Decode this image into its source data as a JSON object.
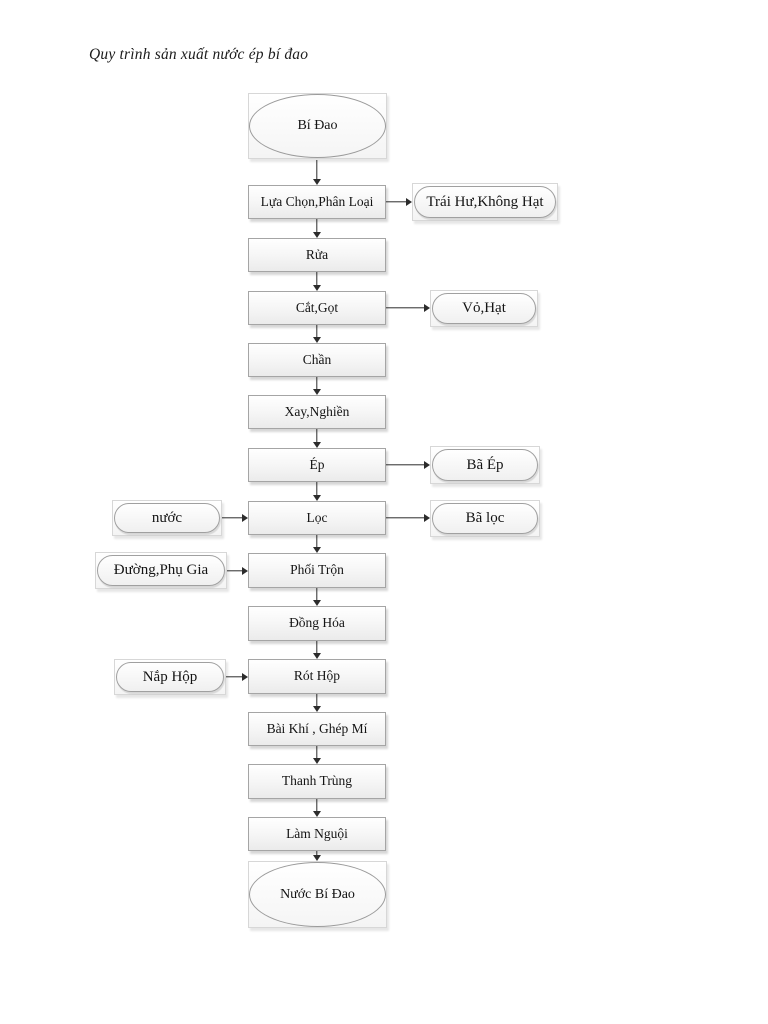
{
  "page": {
    "title": "Quy trình sản xuất nước ép bí đao"
  },
  "diagram": {
    "type": "flowchart",
    "process": {
      "bi_dao": "Bí Đao",
      "lua_chon": "Lựa Chọn,Phân Loại",
      "rua": "Rửa",
      "cat_got": "Cắt,Gọt",
      "chan": "Chần",
      "xay_nghien": "Xay,Nghiền",
      "ep": "Ép",
      "loc": "Lọc",
      "phoi_tron": "Phối Trộn",
      "dong_hoa": "Đồng Hóa",
      "rot_hop": "Rót Hộp",
      "bai_khi": "Bài Khí , Ghép Mí",
      "thanh_trung": "Thanh Trùng",
      "lam_nguoi": "Làm Nguội",
      "nuoc_bi_dao": "Nước Bí Đao"
    },
    "inputs": {
      "nuoc": "nước",
      "duong_phu_gia": "Đường,Phụ Gia",
      "nap_hop": "Nắp Hộp"
    },
    "outputs": {
      "trai_hu": "Trái Hư,Không Hạt",
      "vo_hat": "Vỏ,Hạt",
      "ba_ep": "Bã Ép",
      "ba_loc": "Bã lọc"
    },
    "main_flow": [
      "Bí Đao",
      "Lựa Chọn,Phân Loại",
      "Rửa",
      "Cắt,Gọt",
      "Chần",
      "Xay,Nghiền",
      "Ép",
      "Lọc",
      "Phối Trộn",
      "Đồng Hóa",
      "Rót Hộp",
      "Bài Khí , Ghép Mí",
      "Thanh Trùng",
      "Làm Nguội",
      "Nước Bí Đao"
    ],
    "input_edges": [
      {
        "from": "nước",
        "to": "Lọc"
      },
      {
        "from": "Đường,Phụ Gia",
        "to": "Phối Trộn"
      },
      {
        "from": "Nắp Hộp",
        "to": "Rót Hộp"
      }
    ],
    "output_edges": [
      {
        "from": "Lựa Chọn,Phân Loại",
        "to": "Trái Hư,Không Hạt"
      },
      {
        "from": "Cắt,Gọt",
        "to": "Vỏ,Hạt"
      },
      {
        "from": "Ép",
        "to": "Bã Ép"
      },
      {
        "from": "Lọc",
        "to": "Bã lọc"
      }
    ],
    "colors": {
      "node_border": "#a5a5a5",
      "node_fill_top": "#ffffff",
      "node_fill_bottom": "#ebebeb",
      "arrow": "#2c2c2c",
      "text": "#141414",
      "background": "#ffffff"
    }
  }
}
